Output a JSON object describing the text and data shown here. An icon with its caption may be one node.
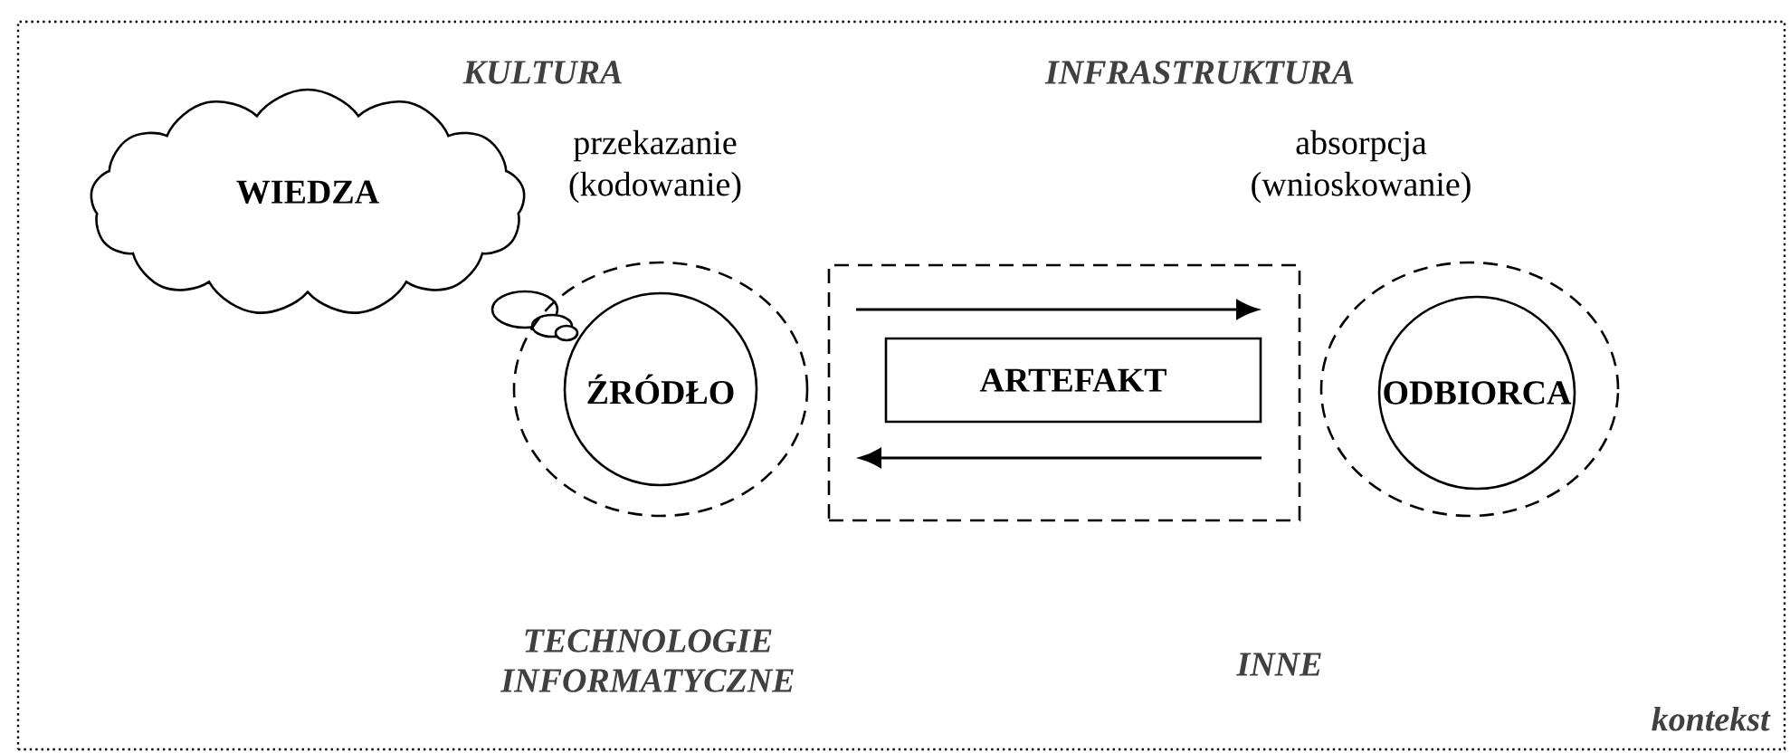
{
  "diagram": {
    "nodes": [
      {
        "text": [
          "kontekst"
        ]
      },
      {
        "text": [
          "WIEDZA"
        ],
        "in": 0
      },
      {
        "text": [],
        "shape": "circle",
        "in": 0
      },
      {
        "text": [
          "ŹRÓDŁO"
        ],
        "in": 2
      },
      {
        "text": [],
        "shape": "box",
        "in": 0
      },
      {
        "text": [
          "ARTEFAKT"
        ],
        "in": 4
      },
      {
        "text": [],
        "shape": "circle",
        "in": 0
      },
      {
        "text": [
          "ODBIORCA"
        ],
        "in": 6
      }
    ],
    "labels": [
      "KULTURA",
      "INFRASTRUKTURA",
      "przekazanie (kodowanie)",
      "absorpcja (wnioskowanie)",
      "TECHNOLOGIE INFORMATYCZNE",
      "INNE"
    ]
  }
}
